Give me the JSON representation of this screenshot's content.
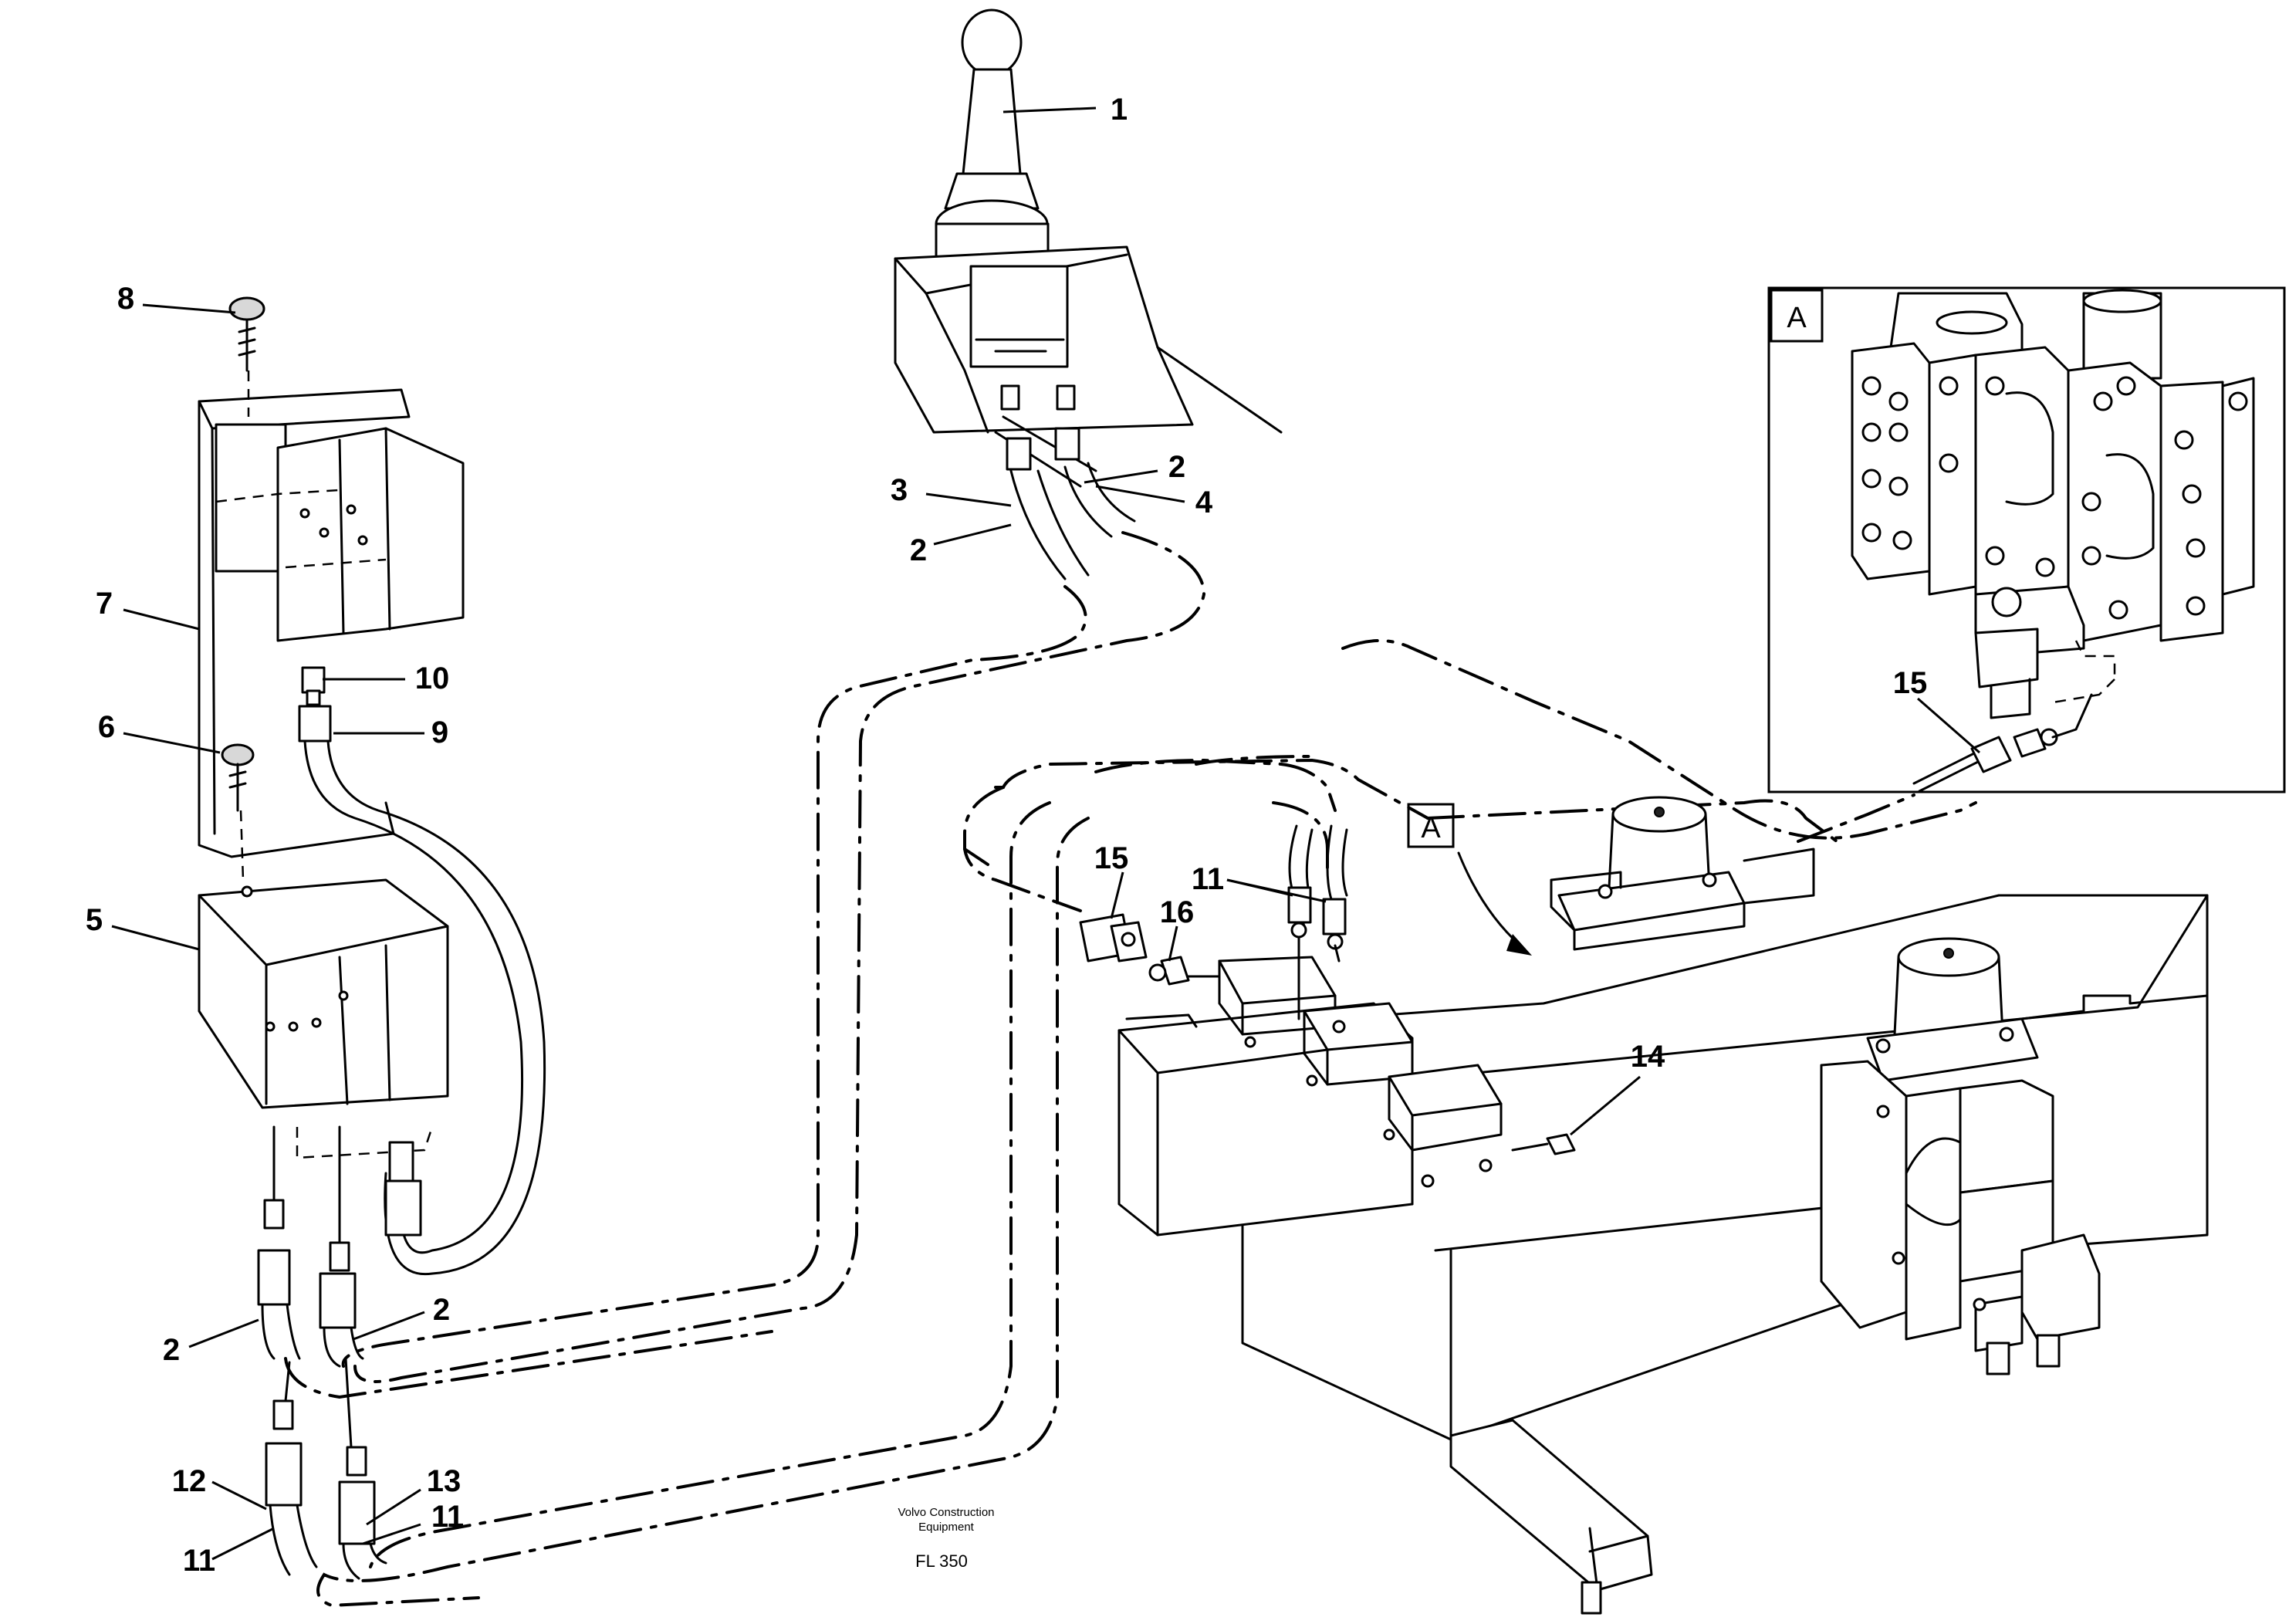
{
  "callouts": {
    "c1": "1",
    "c2a": "2",
    "c2b": "2",
    "c2c": "2",
    "c2d": "2",
    "c3": "3",
    "c4": "4",
    "c5": "5",
    "c6": "6",
    "c7": "7",
    "c8": "8",
    "c9": "9",
    "c10": "10",
    "c11a": "11",
    "c11b": "11",
    "c11c": "11",
    "c12": "12",
    "c13": "13",
    "c14": "14",
    "c15a": "15",
    "c15b": "15",
    "c16": "16"
  },
  "detail": {
    "inset_label": "A",
    "pointer_label": "A"
  },
  "footer": {
    "manufacturer_line1": "Volvo Construction",
    "manufacturer_line2": "Equipment",
    "model": "FL 350"
  }
}
